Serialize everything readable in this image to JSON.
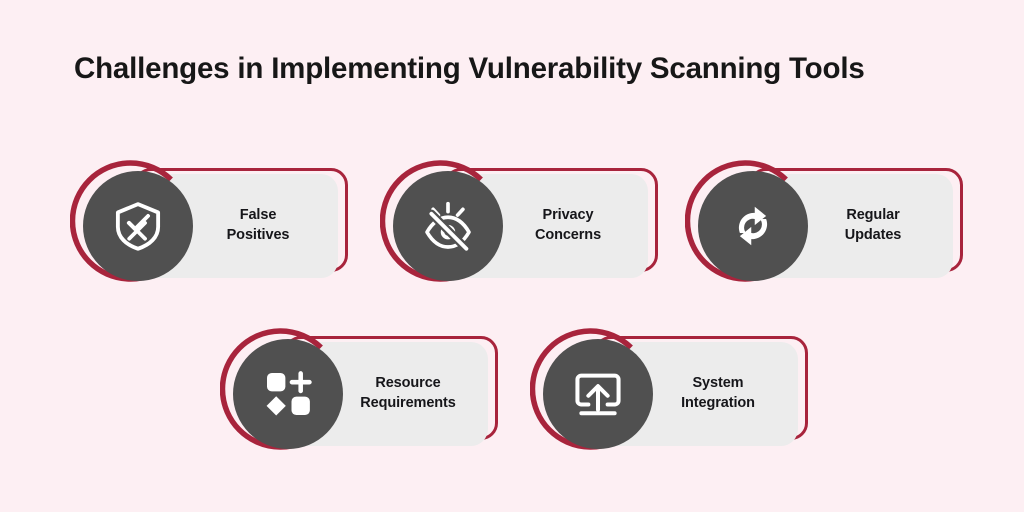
{
  "page": {
    "title": "Challenges in Implementing Vulnerability Scanning Tools",
    "background_color": "#FDEFF3",
    "accent_color": "#A8243C",
    "disc_color": "#505050",
    "card_color": "#ECECEC",
    "text_color": "#16161A"
  },
  "cards": [
    {
      "id": "false-positives",
      "label": "False\nPositives",
      "label_line1": "False",
      "label_line2": "Positives",
      "icon": "shield-check-cross-icon"
    },
    {
      "id": "privacy-concerns",
      "label": "Privacy\nConcerns",
      "label_line1": "Privacy",
      "label_line2": "Concerns",
      "icon": "eye-slash-icon"
    },
    {
      "id": "regular-updates",
      "label": "Regular\nUpdates",
      "label_line1": "Regular",
      "label_line2": "Updates",
      "icon": "refresh-sync-icon"
    },
    {
      "id": "resource-requirements",
      "label": "Resource\nRequirements",
      "label_line1": "Resource",
      "label_line2": "Requirements",
      "icon": "shapes-grid-icon"
    },
    {
      "id": "system-integration",
      "label": "System\nIntegration",
      "label_line1": "System",
      "label_line2": "Integration",
      "icon": "monitor-upload-icon"
    }
  ]
}
